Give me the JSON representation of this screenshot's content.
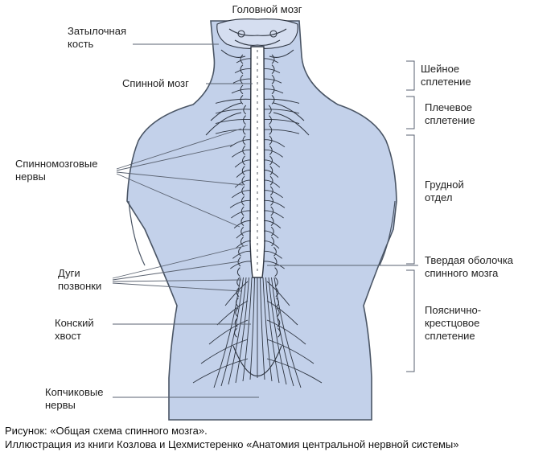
{
  "labels": {
    "brain": "Головной мозг",
    "occipital_bone": "Затылочная\nкость",
    "spinal_cord": "Спинной мозг",
    "spinal_nerves": "Спинномозговые\nнервы",
    "vertebral_arches": "Дуги\nпозвонки",
    "cauda_equina": "Конский\nхвост",
    "coccygeal_nerves": "Копчиковые\nнервы",
    "cervical_plexus": "Шейное\nсплетение",
    "brachial_plexus": "Плечевое\nсплетение",
    "thoracic_section": "Грудной\nотдел",
    "dura_mater": "Твердая оболочка\nспинного мозга",
    "lumbosacral_plexus": "Пояснично-\nкрестцовое\nсплетение"
  },
  "caption": {
    "line1": "Рисунок: «Общая схема спинного мозга».",
    "line2": "Иллюстрация из книги Козлова и Цехмистеренко «Анатомия центральной нервной системы»"
  },
  "colors": {
    "body_fill": "#c3d1ea",
    "outline": "#4a5565",
    "ink": "#2d3440",
    "leader": "#5a6270"
  }
}
